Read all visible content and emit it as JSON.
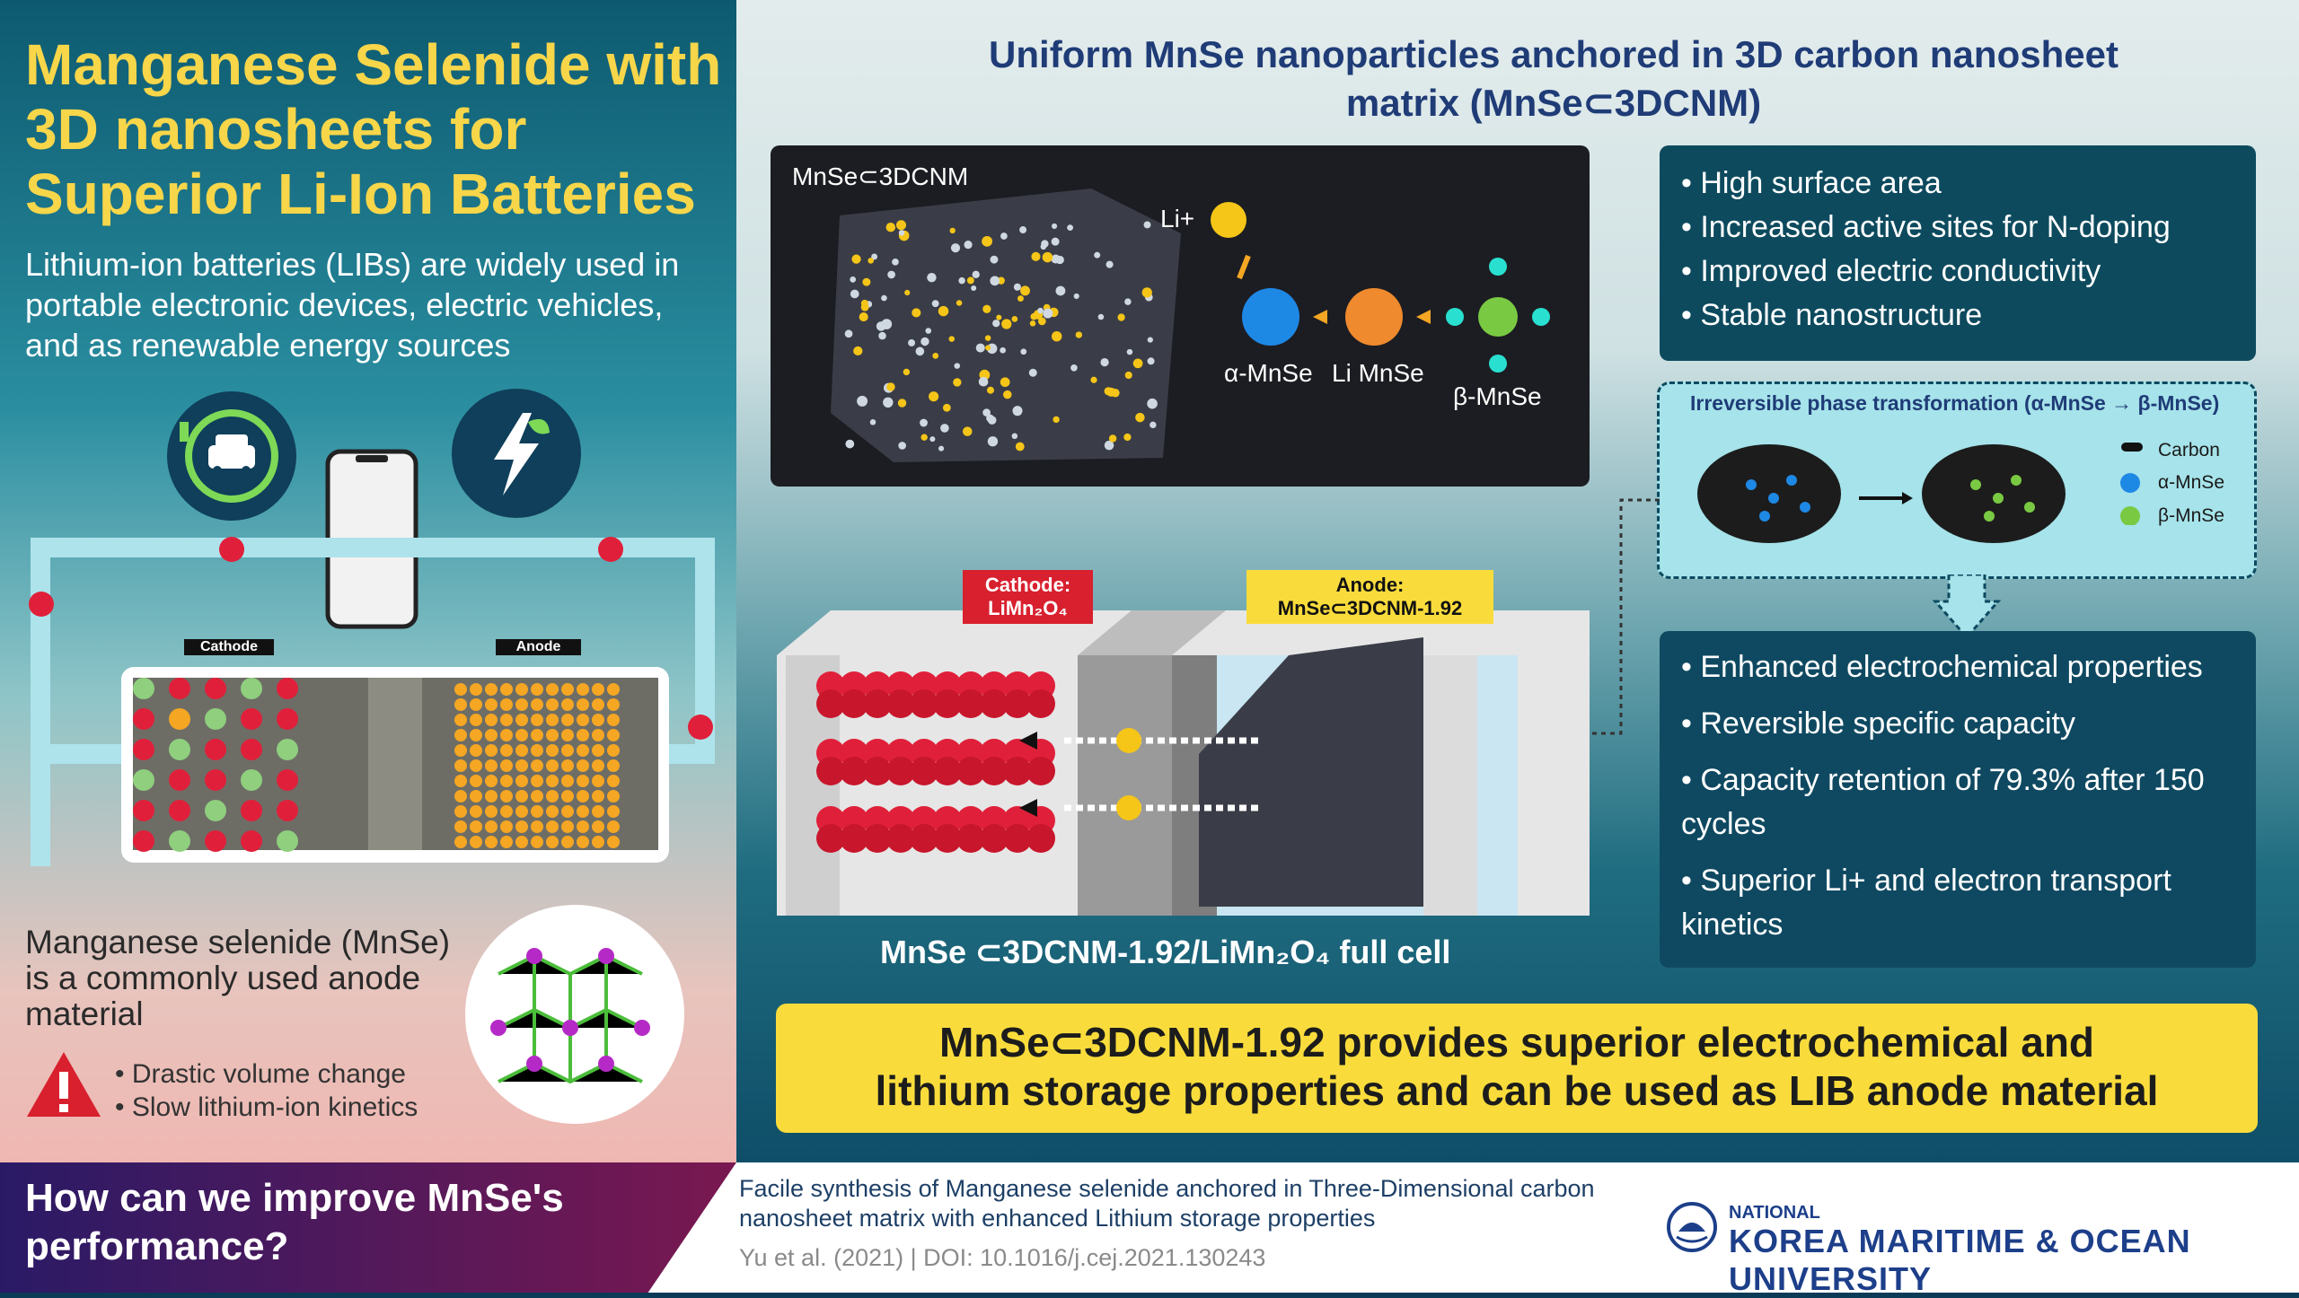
{
  "left": {
    "title": "Manganese Selenide with 3D nanosheets for Superior Li-Ion Batteries",
    "intro": "Lithium-ion batteries (LIBs) are widely used in portable electronic devices, electric vehicles, and as renewable energy sources",
    "cathode_label": "Cathode",
    "anode_label": "Anode",
    "mnse_note": "Manganese selenide (MnSe) is a commonly used anode material",
    "bullets": [
      "Drastic volume change",
      "Slow lithium-ion kinetics"
    ],
    "question": "How can we improve MnSe's performance?"
  },
  "right": {
    "title": "Uniform MnSe nanoparticles anchored in 3D carbon nanosheet matrix (MnSe⊂3DCNM)",
    "dark_box": {
      "label": "MnSe⊂3DCNM",
      "li_label": "Li+",
      "alpha_label": "α-MnSe",
      "limnse_label": "Li MnSe",
      "beta_label": "β-MnSe"
    },
    "properties_1": [
      "High surface area",
      "Increased active sites for N-doping",
      "Improved electric conductivity",
      "Stable nanostructure"
    ],
    "phase": {
      "title": "Irreversible phase transformation (α-MnSe → β-MnSe)",
      "legend": [
        "Carbon",
        "α-MnSe",
        "β-MnSe"
      ]
    },
    "cell": {
      "cathode_tag": "Cathode:",
      "cathode_material": "LiMn₂O₄",
      "anode_tag": "Anode:",
      "anode_material": "MnSe⊂3DCNM-1.92",
      "caption": "MnSe ⊂3DCNM-1.92/LiMn₂O₄ full cell"
    },
    "properties_2": [
      "Enhanced electrochemical properties",
      "Reversible specific capacity",
      "Capacity retention of 79.3% after 150 cycles",
      "Superior Li+ and electron transport kinetics"
    ],
    "conclusion_line1": "MnSe⊂3DCNM-1.92 provides superior electrochemical and",
    "conclusion_line2": "lithium storage properties and can be used as LIB anode material"
  },
  "footer": {
    "paper_title": "Facile synthesis of Manganese selenide anchored in Three-Dimensional carbon nanosheet matrix with enhanced Lithium storage properties",
    "reference": "Yu et al. (2021)  |  DOI: 10.1016/j.cej.2021.130243",
    "university_top": "NATIONAL",
    "university_name": "KOREA MARITIME & OCEAN UNIVERSITY"
  },
  "colors": {
    "accent_yellow": "#f7d64a",
    "navy": "#1f3c77",
    "cathode_red": "#e0203a",
    "anode_orange": "#f5a623"
  }
}
